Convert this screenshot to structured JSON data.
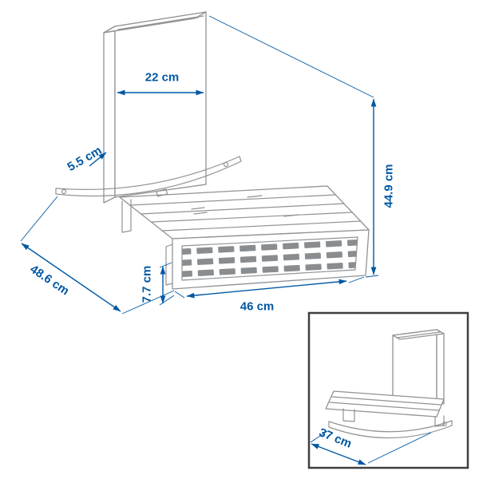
{
  "diagram": {
    "type": "product-dimension-diagram",
    "labels": {
      "top_width": "22 cm",
      "panel_thickness": "5.5 cm",
      "height": "44.9 cm",
      "depth": "48.6 cm",
      "front_height": "7.7 cm",
      "width": "46 cm",
      "inset_depth": "37 cm"
    },
    "colors": {
      "dimension_blue": "#0058a3",
      "line_gray": "#909295",
      "grille_fill": "#8a8d90",
      "inset_border": "#3f3f3f",
      "background": "#ffffff"
    }
  }
}
